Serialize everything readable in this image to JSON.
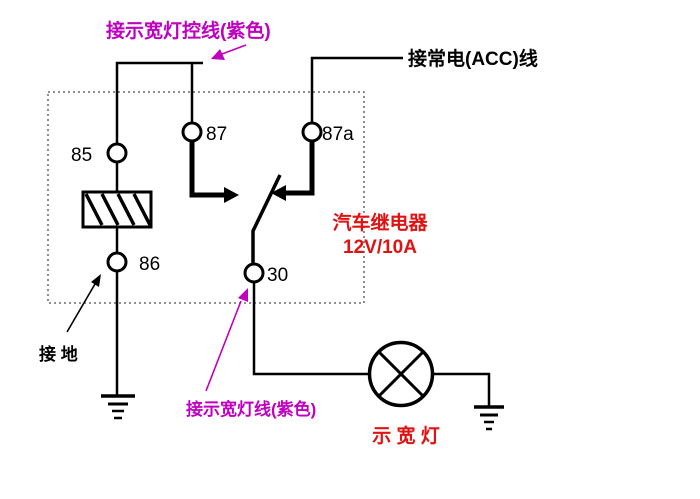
{
  "colors": {
    "background": "#ffffff",
    "wire": "#000000",
    "magenta": "#bf00bf",
    "red": "#e01212",
    "border": "#4d4d4d"
  },
  "labels": {
    "control_wire": "接示宽灯控线(紫色)",
    "acc_wire": "接常电(ACC)线",
    "relay_name": "汽车继电器",
    "relay_rating": "12V/10A",
    "ground": "接 地",
    "lamp_wire": "接示宽灯线(紫色)",
    "lamp_name": "示 宽 灯"
  },
  "pins": {
    "p85": "85",
    "p87": "87",
    "p87a": "87a",
    "p86": "86",
    "p30": "30"
  },
  "symbols": {
    "relay_boundary": "dashed-rectangle",
    "coil": "relay-coil-hatched-box",
    "switch": "switch-blade",
    "lamp": "circle-with-cross-lamp",
    "ground": "earth-ground-bars",
    "pointer": "arrow-pointer"
  }
}
